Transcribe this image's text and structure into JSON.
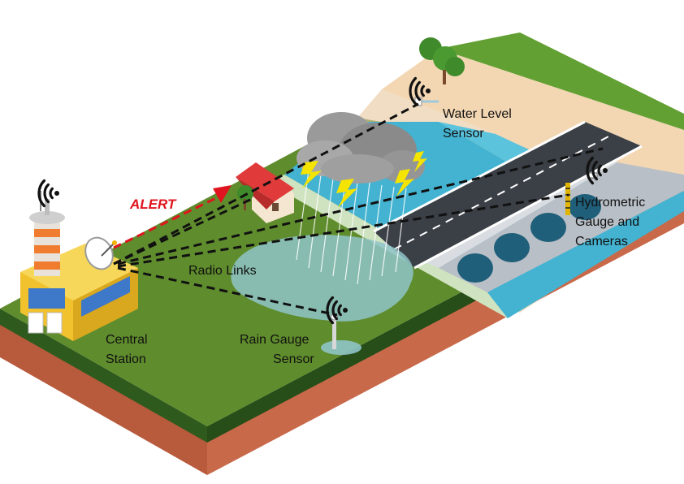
{
  "labels": {
    "water_level_sensor": [
      "Water Level",
      "Sensor"
    ],
    "hydrometric_gauge": [
      "Hydrometric",
      "Gauge and",
      "Cameras"
    ],
    "radio_links": "Radio Links",
    "central_station": [
      "Central",
      "Station"
    ],
    "rain_gauge_sensor": [
      "Rain Gauge",
      "Sensor"
    ],
    "alert": "ALERT"
  },
  "colors": {
    "grass": "#5f8c2c",
    "grass_side": "#2f5a1e",
    "soil": "#c8694a",
    "water": "#43b3d1",
    "road": "#3b3f46",
    "building": "#f2c12e",
    "alert": "#e0141e"
  },
  "icons": [
    "wifi-signal-icon",
    "satellite-dish-icon",
    "storm-cloud-icon",
    "lightning-icon",
    "tree-icon",
    "house-icon",
    "bridge-icon"
  ]
}
